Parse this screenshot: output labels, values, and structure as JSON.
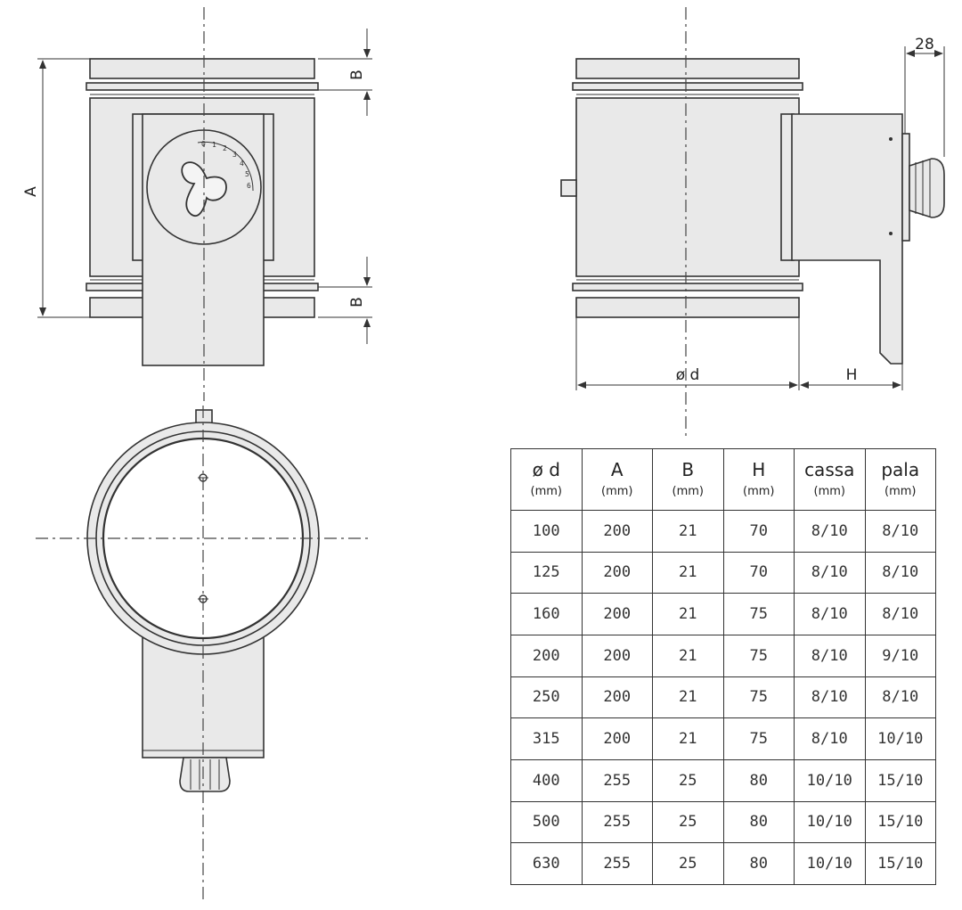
{
  "dimension_labels": {
    "A": "A",
    "B": "B",
    "H": "H",
    "diameter": "ø d",
    "knob_depth": "28"
  },
  "dial_scale": [
    "0",
    "1",
    "2",
    "3",
    "4",
    "5",
    "6"
  ],
  "table": {
    "headers": [
      {
        "label": "ø d",
        "unit": "(mm)"
      },
      {
        "label": "A",
        "unit": "(mm)"
      },
      {
        "label": "B",
        "unit": "(mm)"
      },
      {
        "label": "H",
        "unit": "(mm)"
      },
      {
        "label": "cassa",
        "unit": "(mm)"
      },
      {
        "label": "pala",
        "unit": "(mm)"
      }
    ],
    "rows": [
      [
        "100",
        "200",
        "21",
        "70",
        "8/10",
        "8/10"
      ],
      [
        "125",
        "200",
        "21",
        "70",
        "8/10",
        "8/10"
      ],
      [
        "160",
        "200",
        "21",
        "75",
        "8/10",
        "8/10"
      ],
      [
        "200",
        "200",
        "21",
        "75",
        "8/10",
        "9/10"
      ],
      [
        "250",
        "200",
        "21",
        "75",
        "8/10",
        "8/10"
      ],
      [
        "315",
        "200",
        "21",
        "75",
        "8/10",
        "10/10"
      ],
      [
        "400",
        "255",
        "25",
        "80",
        "10/10",
        "15/10"
      ],
      [
        "500",
        "255",
        "25",
        "80",
        "10/10",
        "15/10"
      ],
      [
        "630",
        "255",
        "25",
        "80",
        "10/10",
        "15/10"
      ]
    ]
  },
  "colors": {
    "line": "#333333",
    "body_fill": "#e9e9e9",
    "background": "#ffffff"
  }
}
